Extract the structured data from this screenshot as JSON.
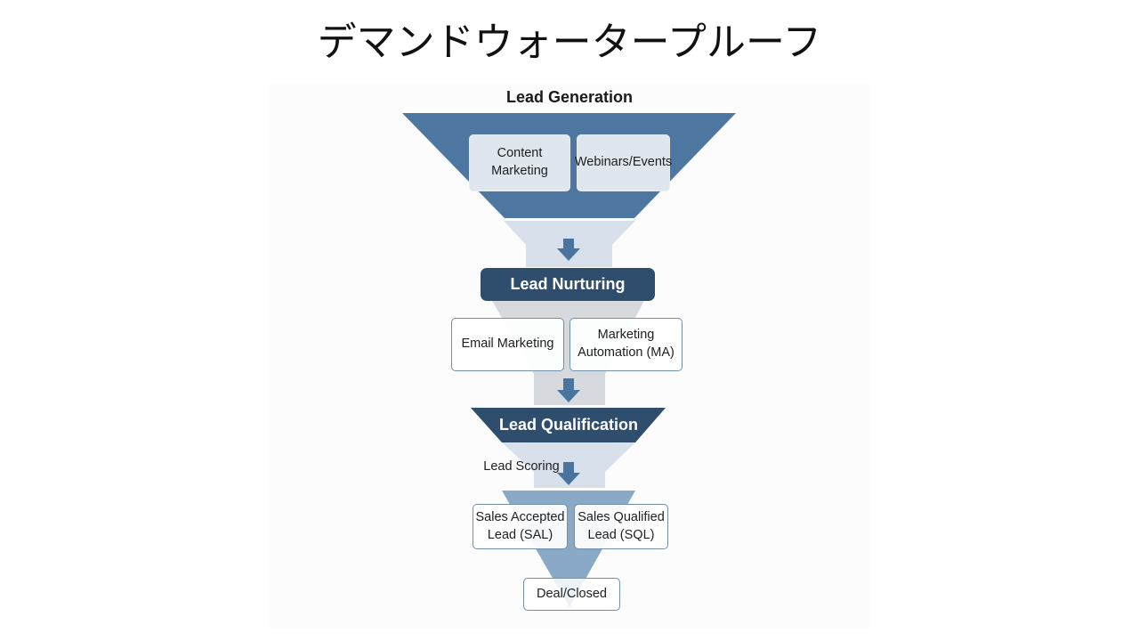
{
  "slide": {
    "title": "デマンドウォータープルーフ"
  },
  "diagram": {
    "type": "funnel",
    "colors": {
      "primary_blue": "#4d77a0",
      "dark_navy": "#2f4d6d",
      "light_blue_gray": "#d7e0ea",
      "light_gray": "#d9dcdf",
      "mid_blue": "#89a9c6",
      "arrow_blue": "#4a74a0",
      "box_border": "#6f8fab"
    },
    "stages": [
      {
        "id": "lead-generation",
        "title": "Lead Generation",
        "items": [
          "Content Marketing",
          "Webinars/Events"
        ]
      },
      {
        "id": "lead-nurturing",
        "title": "Lead Nurturing",
        "items": [
          "Email Marketing",
          "Marketing\nAutomation (MA)"
        ]
      },
      {
        "id": "lead-qualification",
        "title": "Lead Qualification",
        "side_label": "Lead Scoring",
        "items": [
          "Sales Accepted\nLead (SAL)",
          "Sales Qualified\nLead (SQL)"
        ]
      },
      {
        "id": "deal",
        "title": "Deal/Closed",
        "items": []
      }
    ]
  }
}
